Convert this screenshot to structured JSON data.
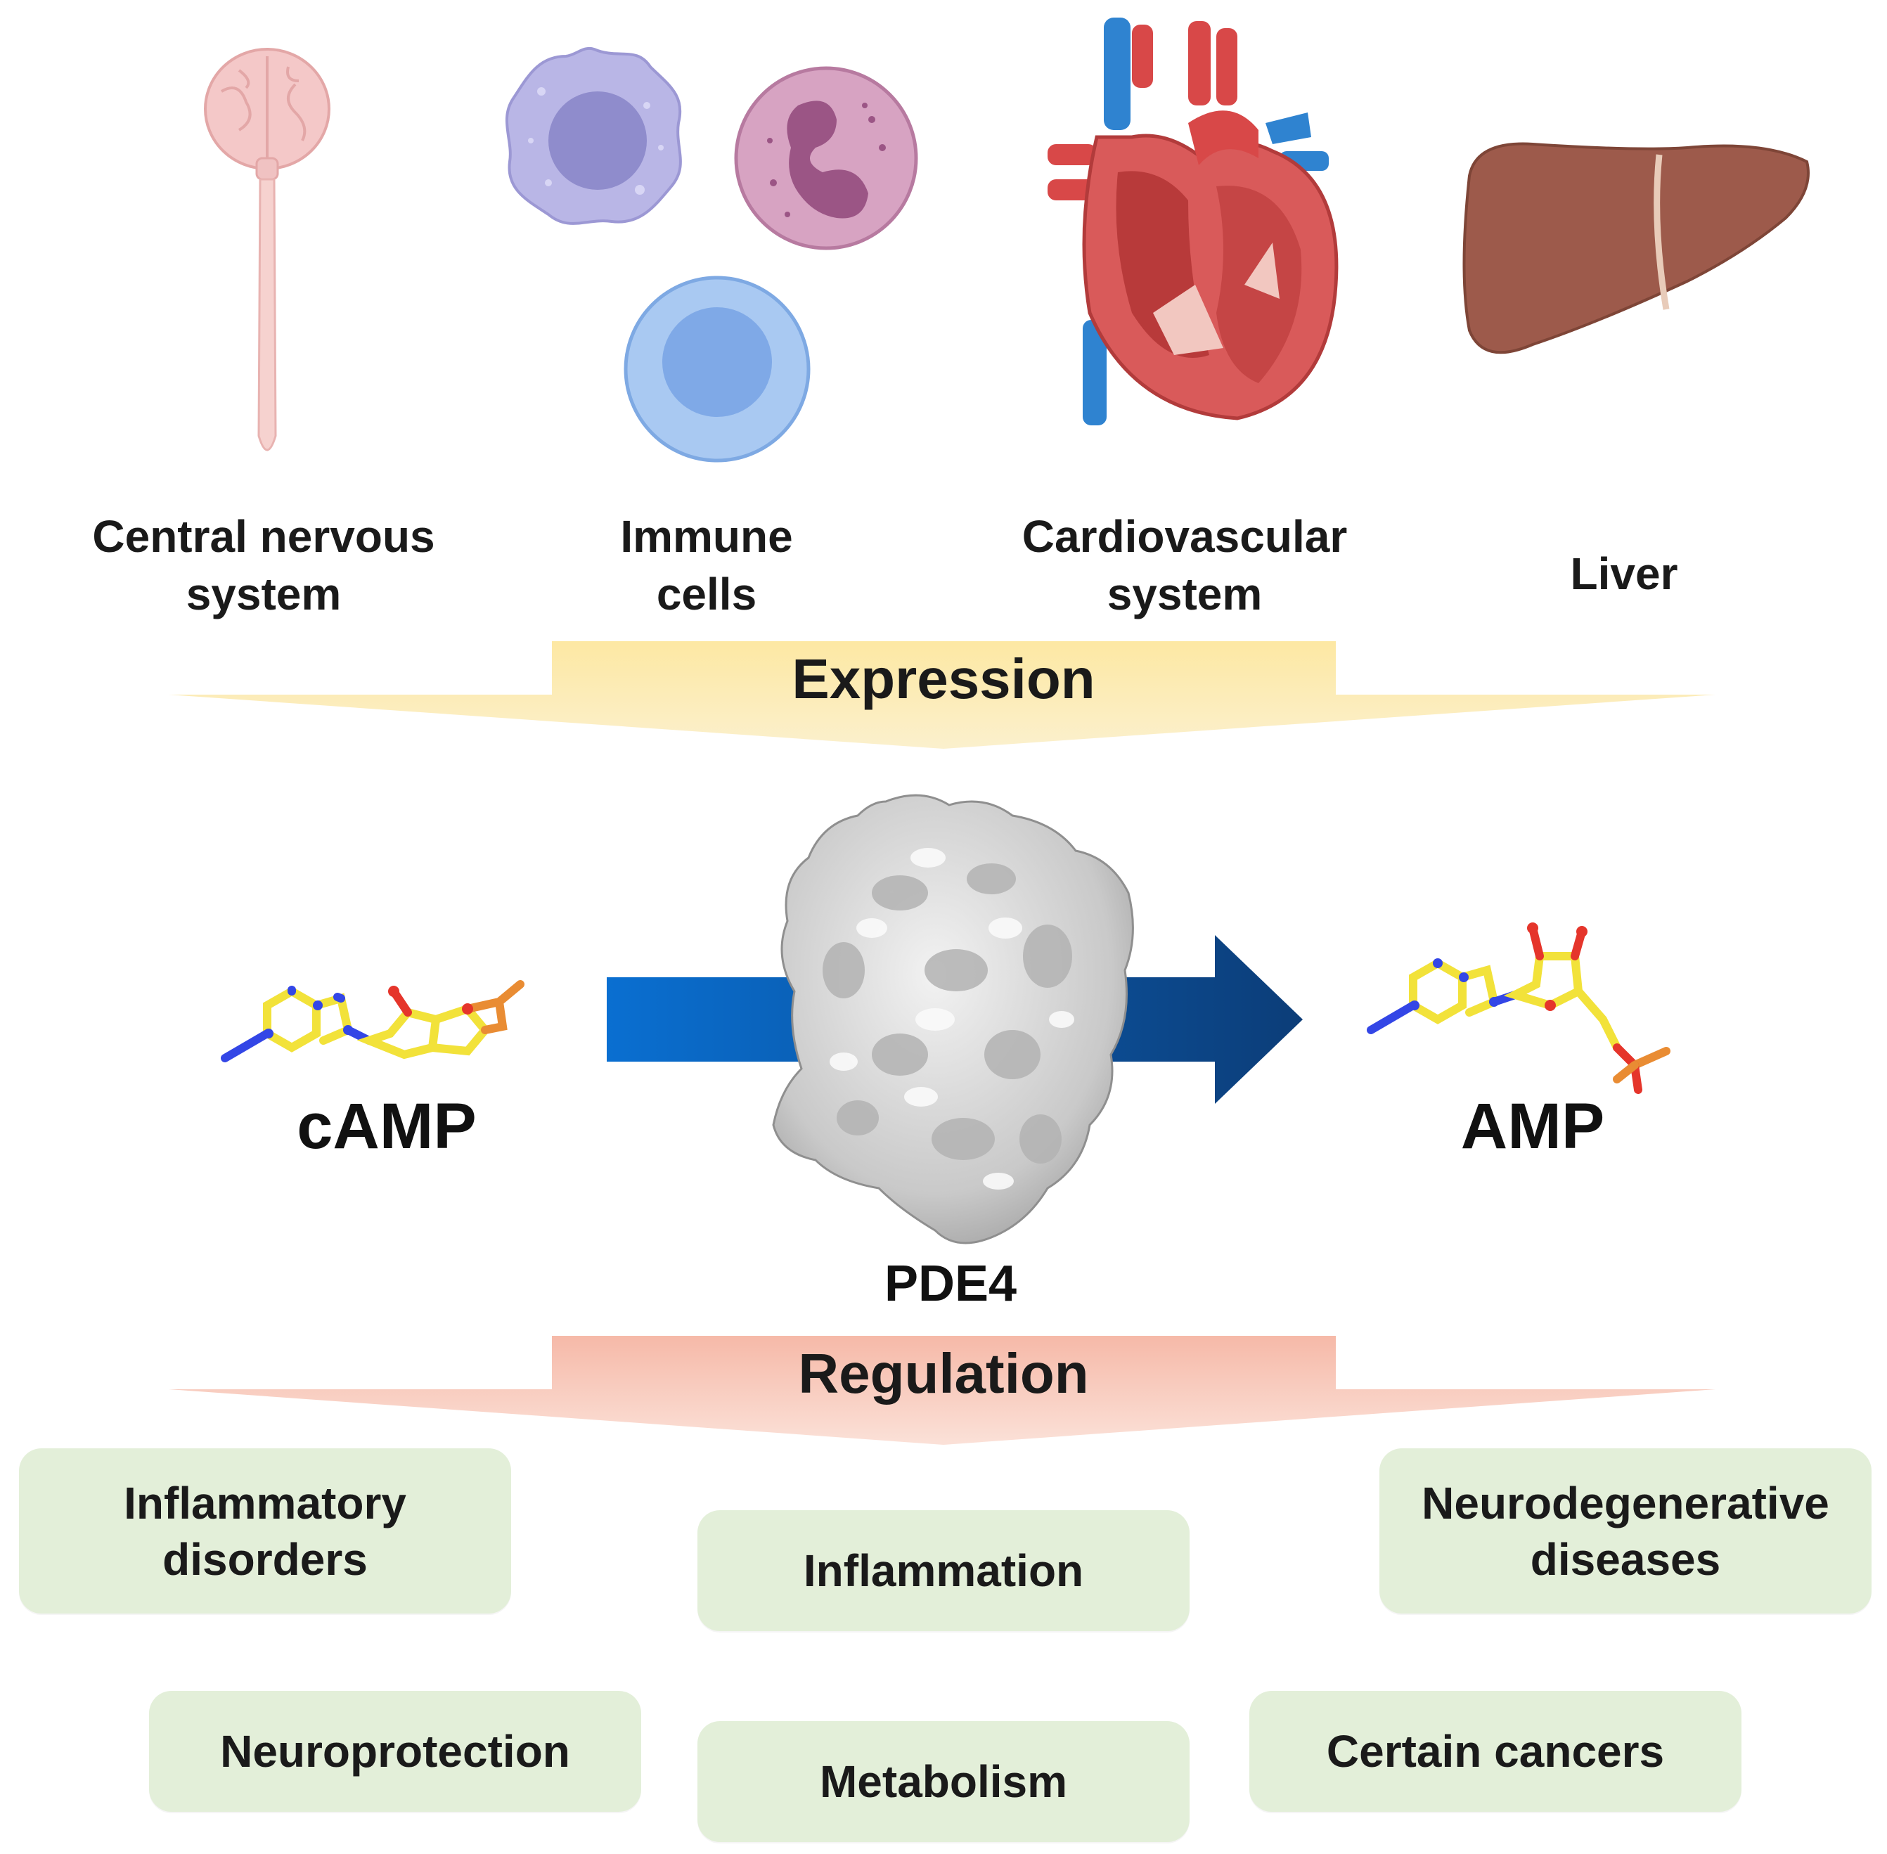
{
  "organs": [
    {
      "label": "Central nervous\nsystem"
    },
    {
      "label": "Immune\ncells"
    },
    {
      "label": "Cardiovascular\nsystem"
    },
    {
      "label": "Liver"
    }
  ],
  "expression_label": "Expression",
  "reaction": {
    "substrate": "cAMP",
    "product": "AMP",
    "enzyme": "PDE4"
  },
  "regulation_label": "Regulation",
  "outcomes": [
    {
      "label": "Inflammatory\ndisorders"
    },
    {
      "label": "Inflammation"
    },
    {
      "label": "Neurodegenerative\ndiseases"
    },
    {
      "label": "Neuroprotection"
    },
    {
      "label": "Metabolism"
    },
    {
      "label": "Certain cancers"
    }
  ],
  "colors": {
    "expression_band": "#fbe6a6",
    "regulation_band": "#f6c1b3",
    "outcome_box": "#e3efd9",
    "arrow_start": "#0a6fd1",
    "arrow_end": "#0c3d78",
    "carbon": "#f2e23a",
    "nitrogen": "#3346e6",
    "oxygen": "#e5352b",
    "phosphorus": "#e98c33"
  }
}
